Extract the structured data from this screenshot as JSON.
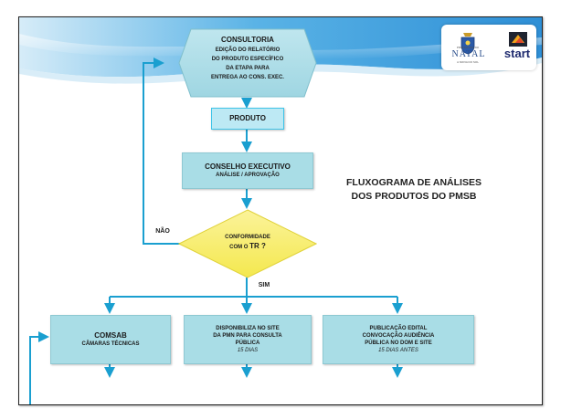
{
  "title": {
    "line1": "FLUXOGRAMA DE ANÁLISES",
    "line2": "DOS PRODUTOS DO PMSB"
  },
  "logos": {
    "natal_small": "PREFEITURA DO",
    "natal": "NATAL",
    "natal_sub": "A NOIVA DO SOL",
    "start": "start"
  },
  "consultoria": {
    "title": "CONSULTORIA",
    "lines": [
      "EDIÇÃO DO RELATÓRIO",
      "DO PRODUTO ESPECÍFICO",
      "DA ETAPA  PARA",
      "ENTREGA AO CONS. EXEC."
    ]
  },
  "produto": {
    "label": "PRODUTO"
  },
  "conselho": {
    "title": "CONSELHO EXECUTIVO",
    "subtitle": "ANÁLISE / APROVAÇÃO"
  },
  "decision": {
    "line1": "CONFORMIDADE",
    "line2_prefix": "COM O ",
    "line2_bold": "TR ?"
  },
  "labels": {
    "no": "NÃO",
    "yes": "SIM"
  },
  "comsab": {
    "title": "COMSAB",
    "subtitle": "CÂMARAS TÉCNICAS"
  },
  "disponibiliza": {
    "lines": [
      "DISPONIBILIZA  NO SITE",
      "DA PMN PARA CONSULTA",
      "PÚBLICA"
    ],
    "note": "15 DIAS"
  },
  "publicacao": {
    "lines": [
      "PUBLICAÇÃO EDITAL",
      "CONVOCAÇÃO AUDIÊNCIA",
      "PÚBLICA NO DOM E SITE"
    ],
    "note": "15 DIAS ANTES"
  },
  "colors": {
    "box_fill": "#a9dde6",
    "connector": "#1a9fd0",
    "decision_fill": "#f7ee6a",
    "produto_fill": "#3fc4e8"
  }
}
